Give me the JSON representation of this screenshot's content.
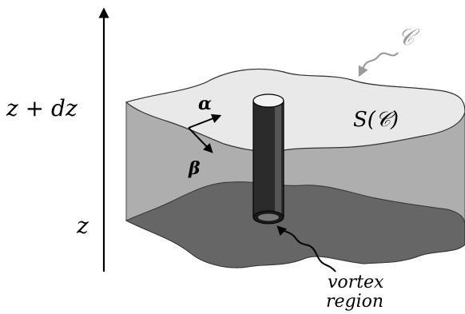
{
  "diagram": {
    "axis": {
      "upper_label": "z + dz",
      "lower_label": "z"
    },
    "labels": {
      "contour": "𝒞",
      "surface": "S(𝒞)",
      "alpha": "α",
      "beta": "β",
      "vortex_line1": "vortex",
      "vortex_line2": "region"
    },
    "colors": {
      "top_surface": "#e9e9e9",
      "side_wall": "#aeaeae",
      "bottom_surface": "#666666",
      "vortex_tube": "#2b2b2b",
      "contour_arrow": "#9a9a9a",
      "ink": "#000000"
    }
  }
}
